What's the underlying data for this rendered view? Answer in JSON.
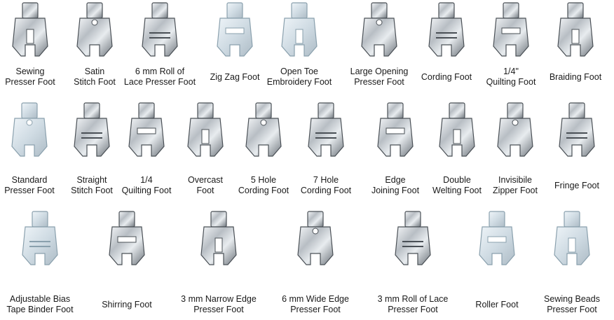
{
  "rows": [
    {
      "items": [
        {
          "id": "sewing-presser-foot",
          "line1": "Sewing",
          "line2": "Presser Foot",
          "icon": "presser-foot-icon",
          "style": "metal"
        },
        {
          "id": "satin-stitch-foot",
          "line1": "Satin",
          "line2": "Stitch Foot",
          "icon": "presser-foot-icon",
          "style": "metal"
        },
        {
          "id": "lace-presser-foot",
          "line1": "6 mm Roll of",
          "line2": "Lace Presser Foot",
          "icon": "presser-foot-icon",
          "style": "metal"
        },
        {
          "id": "zig-zag-foot",
          "line1": "Zig Zag Foot",
          "line2": "",
          "icon": "presser-foot-icon",
          "style": "clear"
        },
        {
          "id": "open-toe-embroidery-foot",
          "line1": "Open Toe",
          "line2": "Embroidery Foot",
          "icon": "presser-foot-icon",
          "style": "clear"
        },
        {
          "id": "large-opening-presser-foot",
          "line1": "Large Opening",
          "line2": "Presser Foot",
          "icon": "presser-foot-icon",
          "style": "metal"
        },
        {
          "id": "cording-foot",
          "line1": "Cording Foot",
          "line2": "",
          "icon": "presser-foot-icon",
          "style": "metal"
        },
        {
          "id": "quarter-quilting-foot",
          "line1": "1/4\"",
          "line2": "Quilting Foot",
          "icon": "presser-foot-icon",
          "style": "metal"
        },
        {
          "id": "braiding-foot",
          "line1": "Braiding Foot",
          "line2": "",
          "icon": "presser-foot-icon",
          "style": "metal"
        }
      ]
    },
    {
      "items": [
        {
          "id": "standard-presser-foot",
          "line1": "Standard",
          "line2": "Presser Foot",
          "icon": "presser-foot-icon",
          "style": "clear"
        },
        {
          "id": "straight-stitch-foot",
          "line1": "Straight",
          "line2": "Stitch Foot",
          "icon": "presser-foot-icon",
          "style": "metal"
        },
        {
          "id": "quarter-quilting-foot-2",
          "line1": "1/4",
          "line2": "Quilting Foot",
          "icon": "presser-foot-icon",
          "style": "metal"
        },
        {
          "id": "overcast-foot",
          "line1": "Overcast",
          "line2": "Foot",
          "icon": "presser-foot-icon",
          "style": "metal"
        },
        {
          "id": "five-hole-cording-foot",
          "line1": "5 Hole",
          "line2": "Cording Foot",
          "icon": "presser-foot-icon",
          "style": "metal"
        },
        {
          "id": "seven-hole-cording-foot",
          "line1": "7 Hole",
          "line2": "Cording Foot",
          "icon": "presser-foot-icon",
          "style": "metal"
        },
        {
          "id": "edge-joining-foot",
          "line1": "Edge",
          "line2": "Joining Foot",
          "icon": "presser-foot-icon",
          "style": "metal"
        },
        {
          "id": "double-welting-foot",
          "line1": "Double",
          "line2": "Welting Foot",
          "icon": "presser-foot-icon",
          "style": "metal"
        },
        {
          "id": "invisible-zipper-foot",
          "line1": "Invisibile",
          "line2": "Zipper Foot",
          "icon": "presser-foot-icon",
          "style": "metal"
        },
        {
          "id": "fringe-foot",
          "line1": "Fringe Foot",
          "line2": "",
          "icon": "presser-foot-icon",
          "style": "metal"
        }
      ]
    },
    {
      "items": [
        {
          "id": "bias-tape-binder-foot",
          "line1": "Adjustable Bias",
          "line2": "Tape Binder Foot",
          "icon": "presser-foot-icon",
          "style": "clear"
        },
        {
          "id": "shirring-foot",
          "line1": "Shirring Foot",
          "line2": "",
          "icon": "presser-foot-icon",
          "style": "metal"
        },
        {
          "id": "narrow-edge-presser-foot",
          "line1": "3 mm Narrow Edge",
          "line2": "Presser Foot",
          "icon": "presser-foot-icon",
          "style": "metal"
        },
        {
          "id": "wide-edge-presser-foot",
          "line1": "6 mm Wide Edge",
          "line2": "Presser Foot",
          "icon": "presser-foot-icon",
          "style": "metal"
        },
        {
          "id": "roll-of-lace-presser-foot",
          "line1": "3 mm Roll of Lace",
          "line2": "Presser Foot",
          "icon": "presser-foot-icon",
          "style": "metal"
        },
        {
          "id": "roller-foot",
          "line1": "Roller Foot",
          "line2": "",
          "icon": "presser-foot-icon",
          "style": "clear"
        },
        {
          "id": "sewing-beads-presser-foot",
          "line1": "Sewing Beads",
          "line2": "Presser Foot",
          "icon": "presser-foot-icon",
          "style": "clear"
        }
      ]
    }
  ]
}
